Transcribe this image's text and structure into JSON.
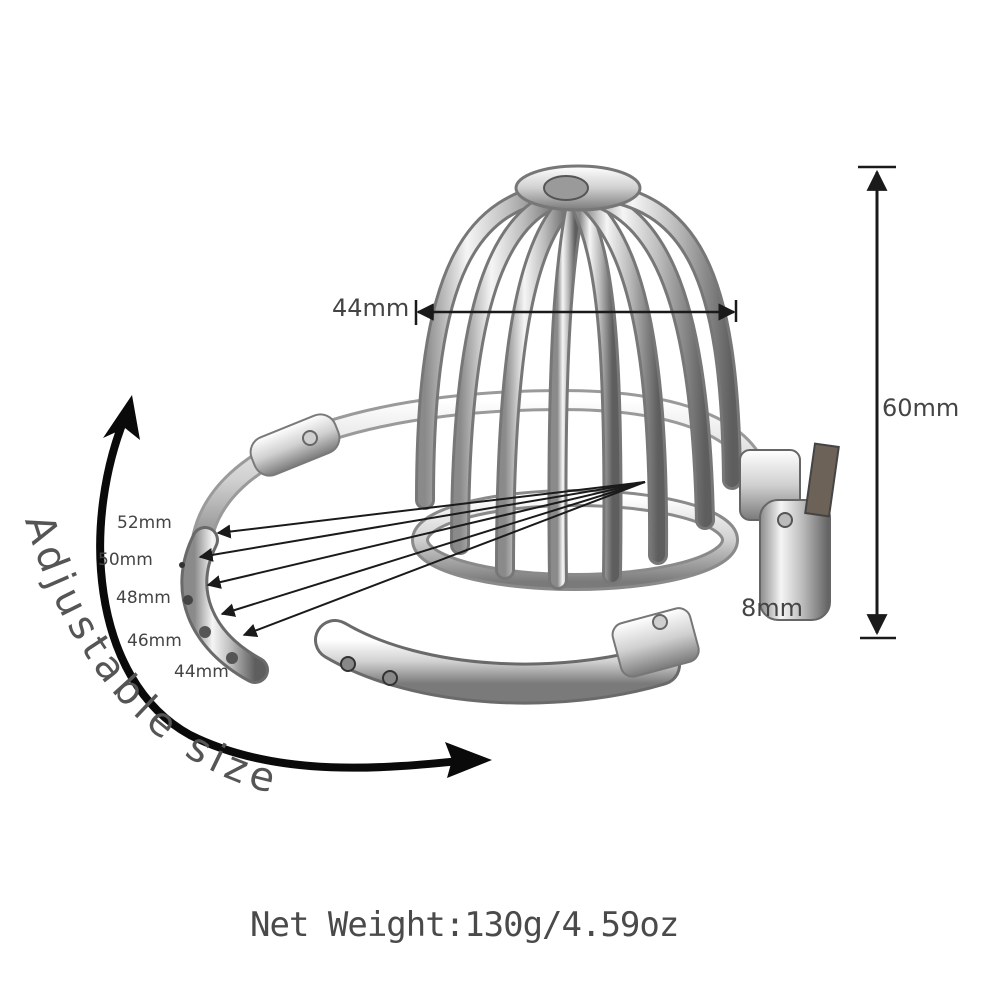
{
  "diagram": {
    "subject": "adjustable metal cage with base ring",
    "dimensions": {
      "cage_width": "44mm",
      "cage_height": "60mm",
      "ring_gap": "8mm"
    },
    "ring_sizes": [
      "52mm",
      "50mm",
      "48mm",
      "46mm",
      "44mm"
    ],
    "adjustable_label": "Adjustable size",
    "net_weight": "Net Weight:130g/4.59oz"
  },
  "colors": {
    "background": "#ffffff",
    "annotation": "#1a1a1a",
    "label_text": "#444444",
    "metal_light": "#f2f2f2",
    "metal_dark": "#6e6e6e"
  }
}
